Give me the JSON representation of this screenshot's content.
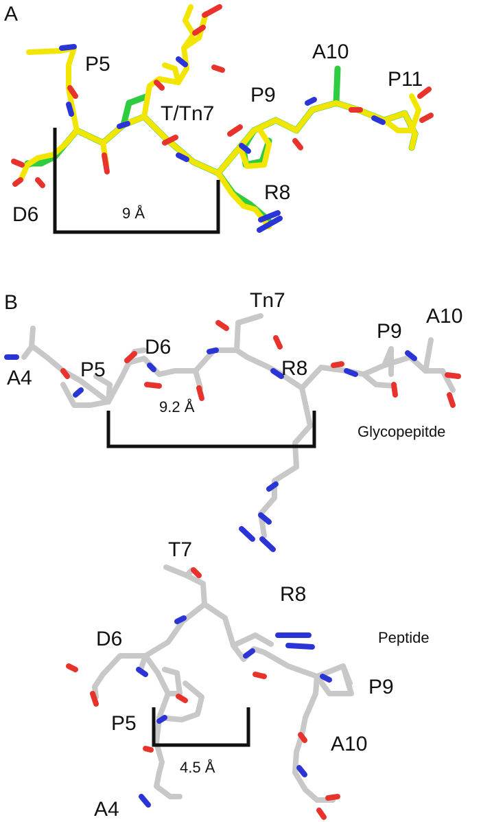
{
  "panel_a": {
    "panel_letter": "A",
    "residues": [
      "P5",
      "A10",
      "P11",
      "P9",
      "T/Tn7",
      "R8",
      "D6"
    ],
    "distance": "9 Å",
    "colors": {
      "model_1": "#f2e600",
      "model_2": "#2ecc40",
      "oxygen": "#e8322c",
      "nitrogen": "#2b35d6"
    }
  },
  "panel_b": {
    "panel_letter": "B",
    "glycopeptide": {
      "caption": "Glycopepitde",
      "residues": [
        "Tn7",
        "A10",
        "P9",
        "D6",
        "R8",
        "P5",
        "A4"
      ],
      "distance": "9.2 Å"
    },
    "peptide": {
      "caption": "Peptide",
      "residues": [
        "T7",
        "R8",
        "D6",
        "P9",
        "P5",
        "A10",
        "A4"
      ],
      "distance": "4.5 Å"
    },
    "colors": {
      "carbon": "#c8c8c8",
      "oxygen": "#e8322c",
      "nitrogen": "#2b35d6"
    }
  }
}
